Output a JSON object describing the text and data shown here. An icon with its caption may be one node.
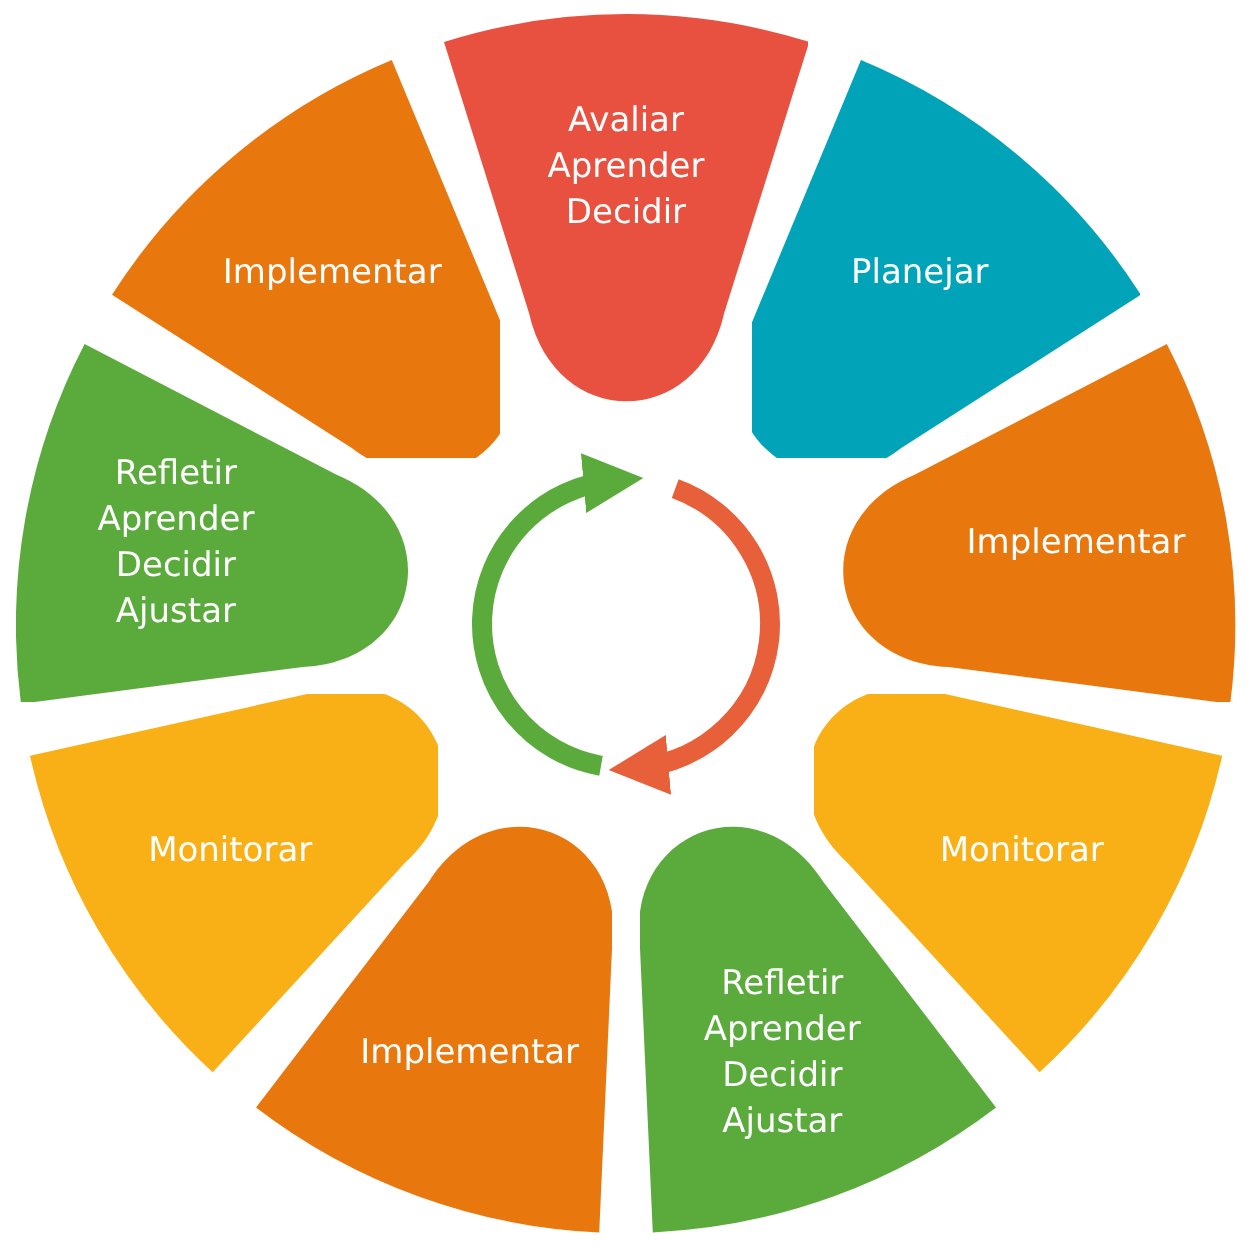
{
  "diagram": {
    "nodes": [
      {
        "text": [
          "Avaliar Aprender Decidir"
        ]
      },
      {
        "text": [
          "Planejar"
        ]
      },
      {
        "text": [
          "Implementar"
        ]
      },
      {
        "text": [
          "Monitorar"
        ]
      },
      {
        "text": [
          "Refletir Aprender Decidir Ajustar"
        ]
      },
      {
        "text": [
          "Implementar"
        ]
      },
      {
        "text": [
          "Monitorar"
        ]
      },
      {
        "text": [
          "Refletir Aprender Decidir Ajustar"
        ]
      },
      {
        "text": [
          "Implementar"
        ]
      }
    ]
  }
}
